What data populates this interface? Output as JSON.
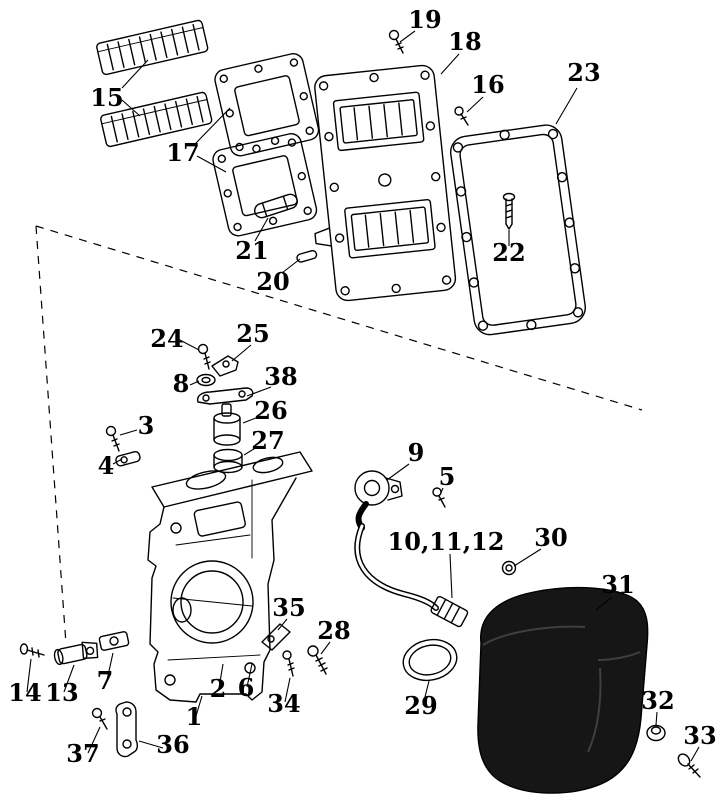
{
  "figure": {
    "kind": "exploded-parts-diagram"
  },
  "colors": {
    "line": "#000000",
    "background": "#ffffff",
    "cover_fill": "#161616"
  },
  "callouts": {
    "n1": "1",
    "n2": "2",
    "n3": "3",
    "n4": "4",
    "n5": "5",
    "n6": "6",
    "n7": "7",
    "n8": "8",
    "n9": "9",
    "n10_11_12": "10,11,12",
    "n13": "13",
    "n14": "14",
    "n15": "15",
    "n16": "16",
    "n17": "17",
    "n18": "18",
    "n19": "19",
    "n20": "20",
    "n21": "21",
    "n22": "22",
    "n23": "23",
    "n24": "24",
    "n25": "25",
    "n26": "26",
    "n27": "27",
    "n28": "28",
    "n29": "29",
    "n30": "30",
    "n31": "31",
    "n32": "32",
    "n33": "33",
    "n34": "34",
    "n35": "35",
    "n36": "36",
    "n37": "37",
    "n38": "38"
  }
}
